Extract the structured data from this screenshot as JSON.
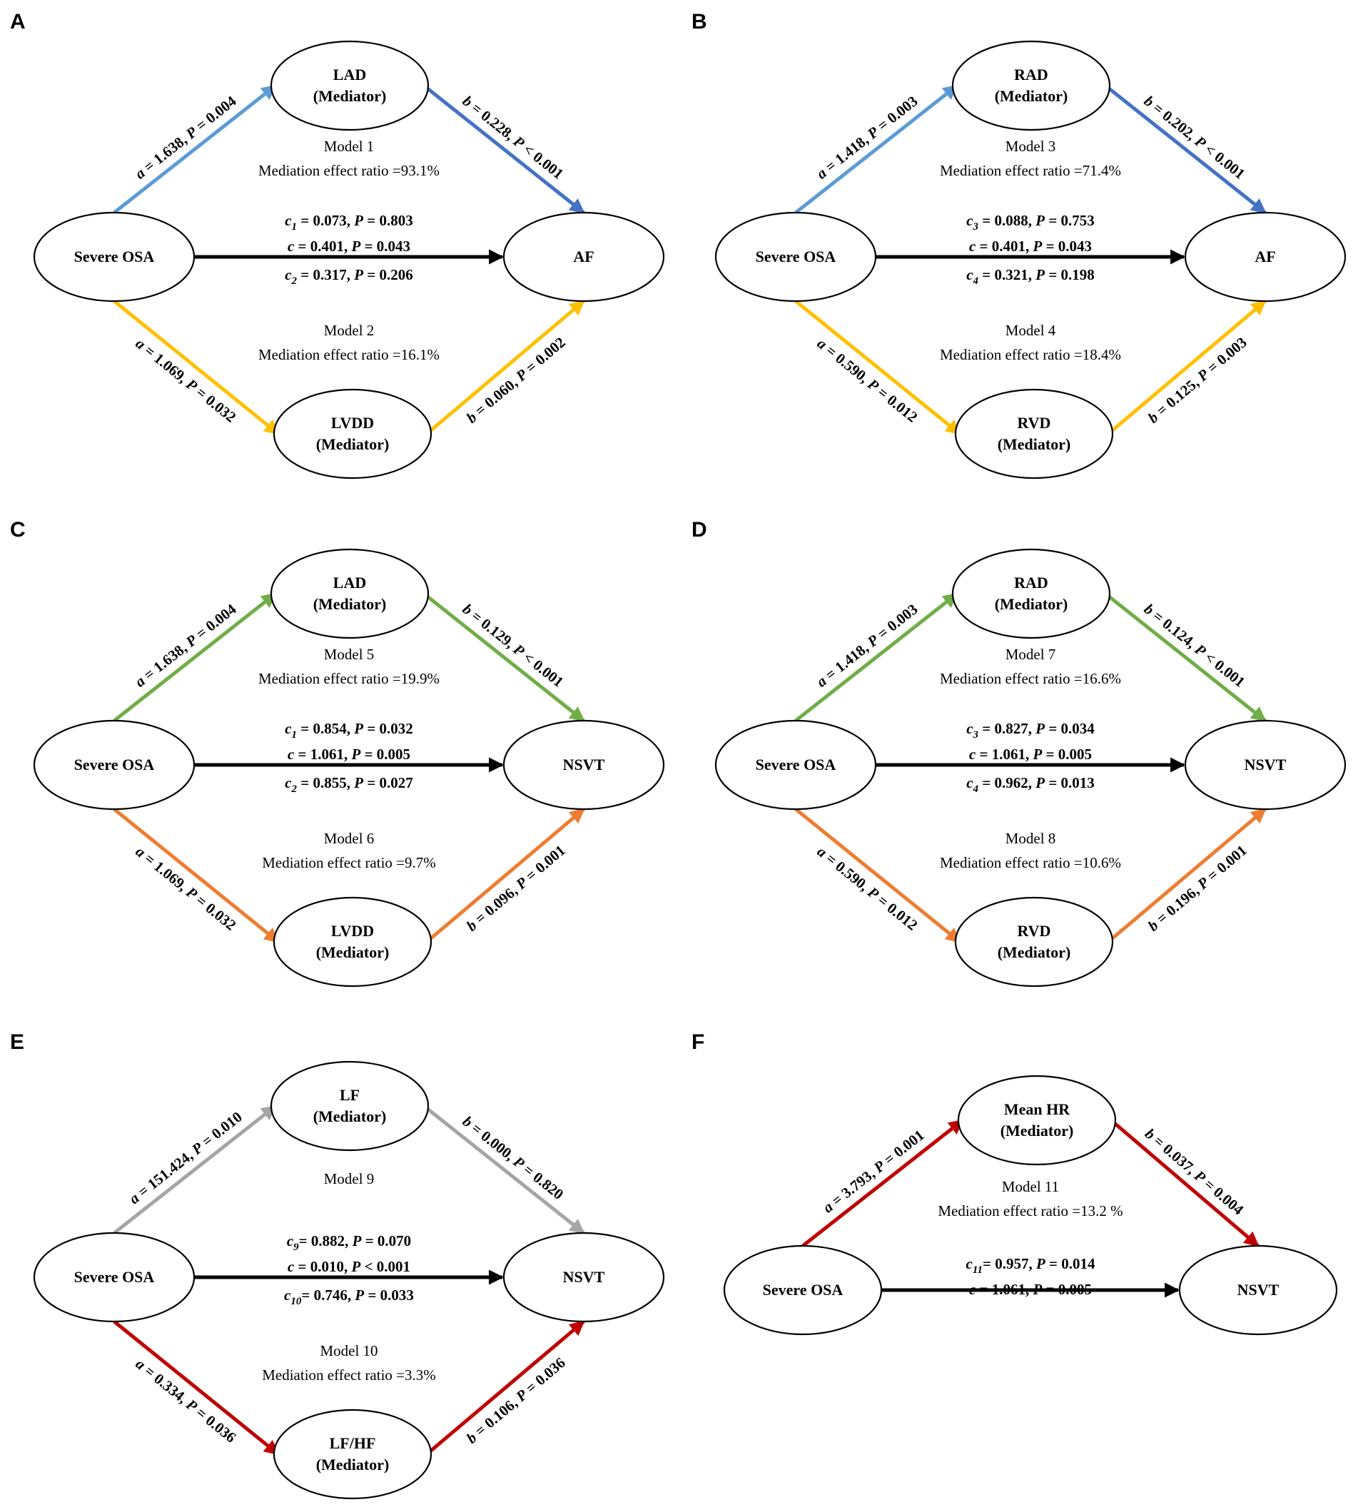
{
  "figure": {
    "panels": [
      {
        "letter": "A",
        "source": "Severe OSA",
        "outcome": "AF",
        "direct": {
          "lines": [
            [
              {
                "t": "c",
                "i": true
              },
              {
                "t": "1",
                "i": true,
                "sub": true
              },
              {
                "t": " = 0.073, "
              },
              {
                "t": "P",
                "i": true
              },
              {
                "t": " = 0.803"
              }
            ],
            [
              {
                "t": "c",
                "i": true
              },
              {
                "t": " = 0.401, "
              },
              {
                "t": "P",
                "i": true
              },
              {
                "t": " = 0.043"
              }
            ],
            [
              {
                "t": "c",
                "i": true
              },
              {
                "t": "2",
                "i": true,
                "sub": true
              },
              {
                "t": " = 0.317, "
              },
              {
                "t": "P",
                "i": true
              },
              {
                "t": " = 0.206"
              }
            ]
          ]
        },
        "upper": {
          "mediator": [
            "LAD",
            "(Mediator)"
          ],
          "color": "#5b9bd5",
          "color_b": "#4472c4",
          "a_label": [
            {
              "t": "a",
              "i": true
            },
            {
              "t": " = 1.638, "
            },
            {
              "t": "P",
              "i": true
            },
            {
              "t": " = 0.004"
            }
          ],
          "b_label": [
            {
              "t": "b",
              "i": true
            },
            {
              "t": " = 0.228, "
            },
            {
              "t": "P",
              "i": true
            },
            {
              "t": " < 0.001"
            }
          ],
          "model": [
            "Model 1",
            "Mediation effect ratio =93.1%"
          ]
        },
        "lower": {
          "mediator": [
            "LVDD",
            "(Mediator)"
          ],
          "color": "#ffc000",
          "color_b": "#ffc000",
          "a_label": [
            {
              "t": "a",
              "i": true
            },
            {
              "t": " = 1.069, "
            },
            {
              "t": "P",
              "i": true
            },
            {
              "t": " = 0.032"
            }
          ],
          "b_label": [
            {
              "t": "b",
              "i": true
            },
            {
              "t": " = 0.060, "
            },
            {
              "t": "P",
              "i": true
            },
            {
              "t": " = 0.002"
            }
          ],
          "model": [
            "Model 2",
            "Mediation effect ratio =16.1%"
          ]
        }
      },
      {
        "letter": "B",
        "source": "Severe OSA",
        "outcome": "AF",
        "direct": {
          "lines": [
            [
              {
                "t": "c",
                "i": true
              },
              {
                "t": "3",
                "i": true,
                "sub": true
              },
              {
                "t": " = 0.088, "
              },
              {
                "t": "P",
                "i": true
              },
              {
                "t": " = 0.753"
              }
            ],
            [
              {
                "t": "c",
                "i": true
              },
              {
                "t": " = 0.401, "
              },
              {
                "t": "P",
                "i": true
              },
              {
                "t": " = 0.043"
              }
            ],
            [
              {
                "t": "c",
                "i": true
              },
              {
                "t": "4",
                "i": true,
                "sub": true
              },
              {
                "t": " = 0.321, "
              },
              {
                "t": "P",
                "i": true
              },
              {
                "t": " = 0.198"
              }
            ]
          ]
        },
        "upper": {
          "mediator": [
            "RAD",
            "(Mediator)"
          ],
          "color": "#5b9bd5",
          "color_b": "#4472c4",
          "a_label": [
            {
              "t": "a",
              "i": true
            },
            {
              "t": " = 1.418, "
            },
            {
              "t": "P",
              "i": true
            },
            {
              "t": " = 0.003"
            }
          ],
          "b_label": [
            {
              "t": "b",
              "i": true
            },
            {
              "t": " = 0.202, "
            },
            {
              "t": "P",
              "i": true
            },
            {
              "t": " < 0.001"
            }
          ],
          "model": [
            "Model 3",
            "Mediation effect ratio  =71.4%"
          ]
        },
        "lower": {
          "mediator": [
            "RVD",
            "(Mediator)"
          ],
          "color": "#ffc000",
          "color_b": "#ffc000",
          "a_label": [
            {
              "t": "a",
              "i": true
            },
            {
              "t": " = 0.590, "
            },
            {
              "t": "P",
              "i": true
            },
            {
              "t": " = 0.012"
            }
          ],
          "b_label": [
            {
              "t": "b",
              "i": true
            },
            {
              "t": " = 0.125, "
            },
            {
              "t": "P",
              "i": true
            },
            {
              "t": " = 0.003"
            }
          ],
          "model": [
            "Model 4",
            "Mediation effect ratio =18.4%"
          ]
        }
      },
      {
        "letter": "C",
        "source": "Severe OSA",
        "outcome": "NSVT",
        "direct": {
          "lines": [
            [
              {
                "t": "c",
                "i": true
              },
              {
                "t": "1",
                "i": true,
                "sub": true
              },
              {
                "t": " = 0.854, "
              },
              {
                "t": "P",
                "i": true
              },
              {
                "t": " = 0.032"
              }
            ],
            [
              {
                "t": "c",
                "i": true
              },
              {
                "t": " = 1.061, "
              },
              {
                "t": "P",
                "i": true
              },
              {
                "t": " = 0.005"
              }
            ],
            [
              {
                "t": "c",
                "i": true
              },
              {
                "t": "2",
                "i": true,
                "sub": true
              },
              {
                "t": " = 0.855, "
              },
              {
                "t": "P",
                "i": true
              },
              {
                "t": " = 0.027"
              }
            ]
          ]
        },
        "upper": {
          "mediator": [
            "LAD",
            "(Mediator)"
          ],
          "color": "#70ad47",
          "color_b": "#70ad47",
          "a_label": [
            {
              "t": "a",
              "i": true
            },
            {
              "t": " = 1.638, "
            },
            {
              "t": "P",
              "i": true
            },
            {
              "t": " = 0.004"
            }
          ],
          "b_label": [
            {
              "t": "b",
              "i": true
            },
            {
              "t": " = 0.129, "
            },
            {
              "t": "P",
              "i": true
            },
            {
              "t": " < 0.001"
            }
          ],
          "model": [
            "Model 5",
            "Mediation effect ratio =19.9%"
          ]
        },
        "lower": {
          "mediator": [
            "LVDD",
            "(Mediator)"
          ],
          "color": "#ed7d31",
          "color_b": "#ed7d31",
          "a_label": [
            {
              "t": "a",
              "i": true
            },
            {
              "t": " = 1.069, "
            },
            {
              "t": "P",
              "i": true
            },
            {
              "t": " = 0.032"
            }
          ],
          "b_label": [
            {
              "t": "b",
              "i": true
            },
            {
              "t": " = 0.096, "
            },
            {
              "t": "P",
              "i": true
            },
            {
              "t": " = 0.001"
            }
          ],
          "model": [
            "Model 6",
            "Mediation effect ratio =9.7%"
          ]
        }
      },
      {
        "letter": "D",
        "source": "Severe OSA",
        "outcome": "NSVT",
        "direct": {
          "lines": [
            [
              {
                "t": "c",
                "i": true
              },
              {
                "t": "3",
                "i": true,
                "sub": true
              },
              {
                "t": " = 0.827, "
              },
              {
                "t": "P",
                "i": true
              },
              {
                "t": " = 0.034"
              }
            ],
            [
              {
                "t": "c",
                "i": true
              },
              {
                "t": " = 1.061, "
              },
              {
                "t": "P",
                "i": true
              },
              {
                "t": " = 0.005"
              }
            ],
            [
              {
                "t": "c",
                "i": true
              },
              {
                "t": "4",
                "i": true,
                "sub": true
              },
              {
                "t": " = 0.962, "
              },
              {
                "t": "P",
                "i": true
              },
              {
                "t": " = 0.013"
              }
            ]
          ]
        },
        "upper": {
          "mediator": [
            "RAD",
            "(Mediator)"
          ],
          "color": "#70ad47",
          "color_b": "#70ad47",
          "a_label": [
            {
              "t": "a",
              "i": true
            },
            {
              "t": " = 1.418, "
            },
            {
              "t": "P",
              "i": true
            },
            {
              "t": " = 0.003"
            }
          ],
          "b_label": [
            {
              "t": "b",
              "i": true
            },
            {
              "t": " = 0.124, "
            },
            {
              "t": "P",
              "i": true
            },
            {
              "t": " < 0.001"
            }
          ],
          "model": [
            "Model 7",
            "Mediation effect ratio  =16.6%"
          ]
        },
        "lower": {
          "mediator": [
            "RVD",
            "(Mediator)"
          ],
          "color": "#ed7d31",
          "color_b": "#ed7d31",
          "a_label": [
            {
              "t": "a",
              "i": true
            },
            {
              "t": " = 0.590, "
            },
            {
              "t": "P",
              "i": true
            },
            {
              "t": " = 0.012"
            }
          ],
          "b_label": [
            {
              "t": "b",
              "i": true
            },
            {
              "t": " = 0.196, "
            },
            {
              "t": "P",
              "i": true
            },
            {
              "t": " = 0.001"
            }
          ],
          "model": [
            "Model 8",
            "Mediation effect ratio =10.6%"
          ]
        }
      },
      {
        "letter": "E",
        "source": "Severe OSA",
        "outcome": "NSVT",
        "direct": {
          "lines": [
            [
              {
                "t": "c",
                "i": true
              },
              {
                "t": "9",
                "i": true,
                "sub": true
              },
              {
                "t": "= 0.882, "
              },
              {
                "t": "P",
                "i": true
              },
              {
                "t": " = 0.070"
              }
            ],
            [
              {
                "t": "c",
                "i": true
              },
              {
                "t": " = 0.010, "
              },
              {
                "t": "P",
                "i": true
              },
              {
                "t": " < 0.001"
              }
            ],
            [
              {
                "t": "c",
                "i": true
              },
              {
                "t": "10",
                "i": true,
                "sub": true
              },
              {
                "t": "= 0.746, "
              },
              {
                "t": "P",
                "i": true
              },
              {
                "t": " = 0.033"
              }
            ]
          ]
        },
        "upper": {
          "mediator": [
            "LF",
            "(Mediator)"
          ],
          "color": "#a5a5a5",
          "color_b": "#a5a5a5",
          "a_label": [
            {
              "t": "a",
              "i": true
            },
            {
              "t": " = 151.424, "
            },
            {
              "t": "P",
              "i": true
            },
            {
              "t": " = 0.010"
            }
          ],
          "b_label": [
            {
              "t": "b",
              "i": true
            },
            {
              "t": " = 0.000, "
            },
            {
              "t": "P",
              "i": true
            },
            {
              "t": " = 0.820"
            }
          ],
          "model": [
            "Model 9"
          ]
        },
        "lower": {
          "mediator": [
            "LF/HF",
            "(Mediator)"
          ],
          "color": "#c00000",
          "color_b": "#c00000",
          "a_label": [
            {
              "t": "a",
              "i": true
            },
            {
              "t": " = 0.334, "
            },
            {
              "t": "P",
              "i": true
            },
            {
              "t": " = 0.036"
            }
          ],
          "b_label": [
            {
              "t": "b",
              "i": true
            },
            {
              "t": " = 0.106, "
            },
            {
              "t": "P",
              "i": true
            },
            {
              "t": " = 0.036"
            }
          ],
          "model": [
            "Model 10",
            "Mediation effect ratio =3.3%"
          ]
        }
      },
      {
        "letter": "F",
        "source": "Severe OSA",
        "outcome": "NSVT",
        "direct": {
          "lines": [
            [
              {
                "t": "c",
                "i": true
              },
              {
                "t": "11",
                "i": true,
                "sub": true
              },
              {
                "t": "= 0.957, "
              },
              {
                "t": "P",
                "i": true
              },
              {
                "t": " = 0.014"
              }
            ],
            [
              {
                "t": "c",
                "i": true
              },
              {
                "t": " = 1.061, "
              },
              {
                "t": "P",
                "i": true
              },
              {
                "t": " = 0.005"
              }
            ]
          ]
        },
        "upper": {
          "mediator": [
            "Mean HR",
            "(Mediator)"
          ],
          "color": "#c00000",
          "color_b": "#c00000",
          "a_label": [
            {
              "t": "a",
              "i": true
            },
            {
              "t": " = 3.793, "
            },
            {
              "t": "P",
              "i": true
            },
            {
              "t": " = 0.001"
            }
          ],
          "b_label": [
            {
              "t": "b",
              "i": true
            },
            {
              "t": " = 0.037, "
            },
            {
              "t": "P",
              "i": true
            },
            {
              "t": " = 0.004"
            }
          ],
          "model": [
            "Model 11",
            "Mediation effect ratio =13.2 %"
          ]
        },
        "lower": null
      }
    ]
  }
}
